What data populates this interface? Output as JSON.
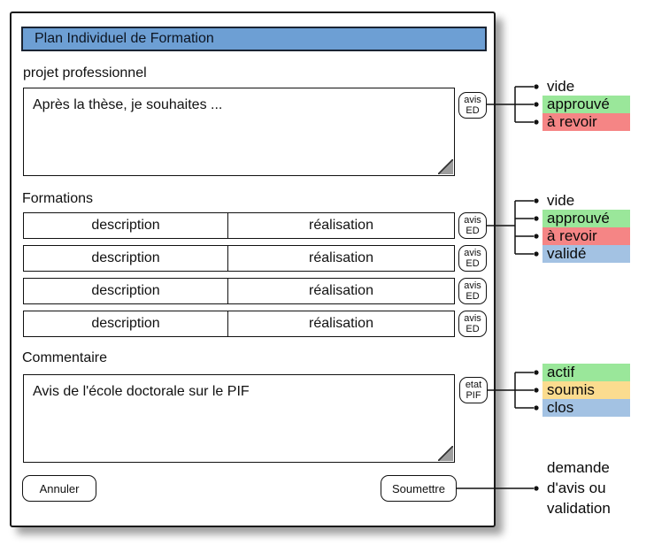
{
  "title_bar": {
    "title": "Plan Individuel de Formation",
    "bg_color": "#6D9FD4"
  },
  "sections": {
    "projet": {
      "label": "projet professionnel",
      "value": "Après la thèse, je souhaites ...",
      "badge": {
        "line1": "avis",
        "line2": "ED"
      }
    },
    "formations": {
      "label": "Formations",
      "rows": [
        {
          "description": "description",
          "realisation": "réalisation",
          "badge": {
            "line1": "avis",
            "line2": "ED"
          }
        },
        {
          "description": "description",
          "realisation": "réalisation",
          "badge": {
            "line1": "avis",
            "line2": "ED"
          }
        },
        {
          "description": "description",
          "realisation": "réalisation",
          "badge": {
            "line1": "avis",
            "line2": "ED"
          }
        },
        {
          "description": "description",
          "realisation": "réalisation",
          "badge": {
            "line1": "avis",
            "line2": "ED"
          }
        }
      ]
    },
    "commentaire": {
      "label": "Commentaire",
      "value": "Avis de l'école doctorale sur le PIF",
      "badge": {
        "line1": "etat",
        "line2": "PIF"
      }
    }
  },
  "buttons": {
    "cancel": "Annuler",
    "submit": "Soumettre"
  },
  "legends": {
    "avis_ed_projet": [
      {
        "label": "vide",
        "color": "transparent"
      },
      {
        "label": "approuvé",
        "color": "#9AE79A"
      },
      {
        "label": "à revoir",
        "color": "#F58585"
      }
    ],
    "avis_ed_formations": [
      {
        "label": "vide",
        "color": "transparent"
      },
      {
        "label": "approuvé",
        "color": "#9AE79A"
      },
      {
        "label": "à revoir",
        "color": "#F58585"
      },
      {
        "label": "validé",
        "color": "#A3C2E3"
      }
    ],
    "etat_pif": [
      {
        "label": "actif",
        "color": "#9AE79A"
      },
      {
        "label": "soumis",
        "color": "#FBDC8F"
      },
      {
        "label": "clos",
        "color": "#A3C2E3"
      }
    ],
    "submit_note": {
      "line1": "demande",
      "line2": "d'avis ou",
      "line3": "validation"
    }
  }
}
